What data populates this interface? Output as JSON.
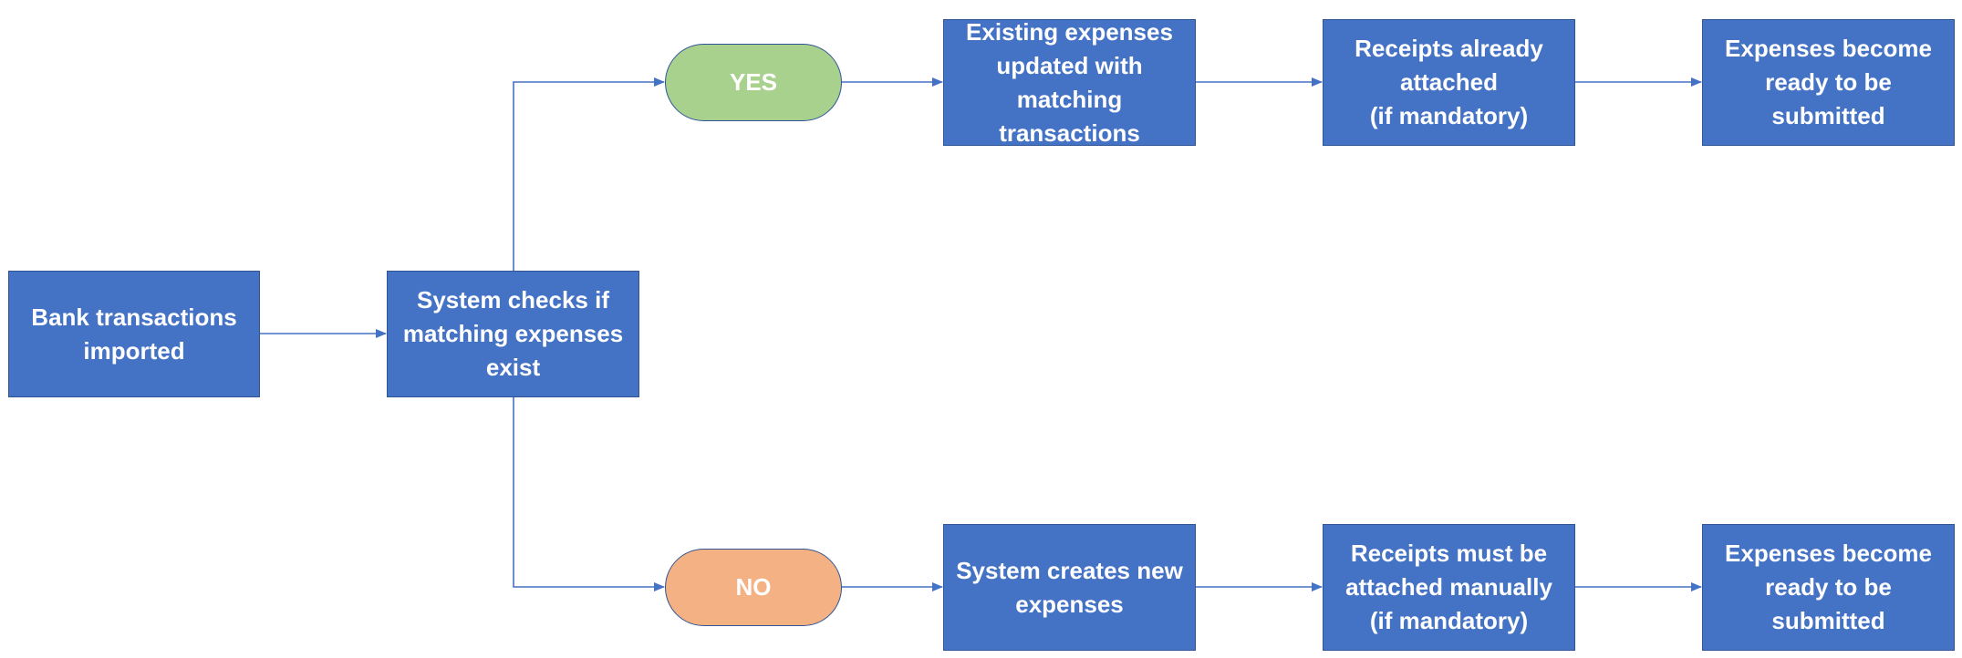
{
  "nodes": {
    "bank": "Bank transactions\nimported",
    "check": "System checks if\nmatching expenses\nexist",
    "yes": "YES",
    "no": "NO",
    "existing": "Existing expenses\nupdated with\nmatching\ntransactions",
    "attached": "Receipts already\nattached\n(if mandatory)",
    "ready_top": "Expenses become\nready to be\nsubmitted",
    "create": "System creates new\nexpenses",
    "manual": "Receipts must be\nattached manually\n(if mandatory)",
    "ready_bottom": "Expenses become\nready to be\nsubmitted"
  },
  "colors": {
    "box_fill": "#4472c4",
    "box_border": "#2f5597",
    "connector": "#4472c4",
    "yes_fill": "#a9d18e",
    "no_fill": "#f4b183",
    "text": "#ffffff"
  }
}
